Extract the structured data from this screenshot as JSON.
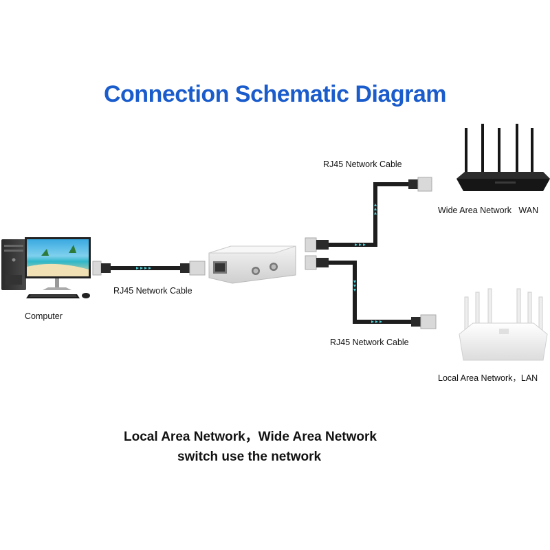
{
  "title": "Connection Schematic Diagram",
  "labels": {
    "computer": "Computer",
    "cable_computer": "RJ45 Network Cable",
    "cable_wan": "RJ45 Network Cable",
    "cable_lan": "RJ45 Network Cable",
    "wan": "Wide Area Network   WAN",
    "lan": "Local Area Network，LAN"
  },
  "caption": {
    "line1": "Local Area Network，Wide Area Network",
    "line2": "switch use the network"
  },
  "colors": {
    "title": "#1a5ccc",
    "cable": "#1e1e1e",
    "cable_stripe": "#4fd0d8",
    "switch_body": "#e6e6e6",
    "router_wan": "#161616",
    "router_lan": "#f4f4f4"
  },
  "icons": [
    "desktop-computer-icon",
    "monitor-icon",
    "keyboard-icon",
    "mouse-icon",
    "network-switch-icon",
    "wan-router-icon",
    "lan-router-icon",
    "rj45-connector-icon"
  ]
}
